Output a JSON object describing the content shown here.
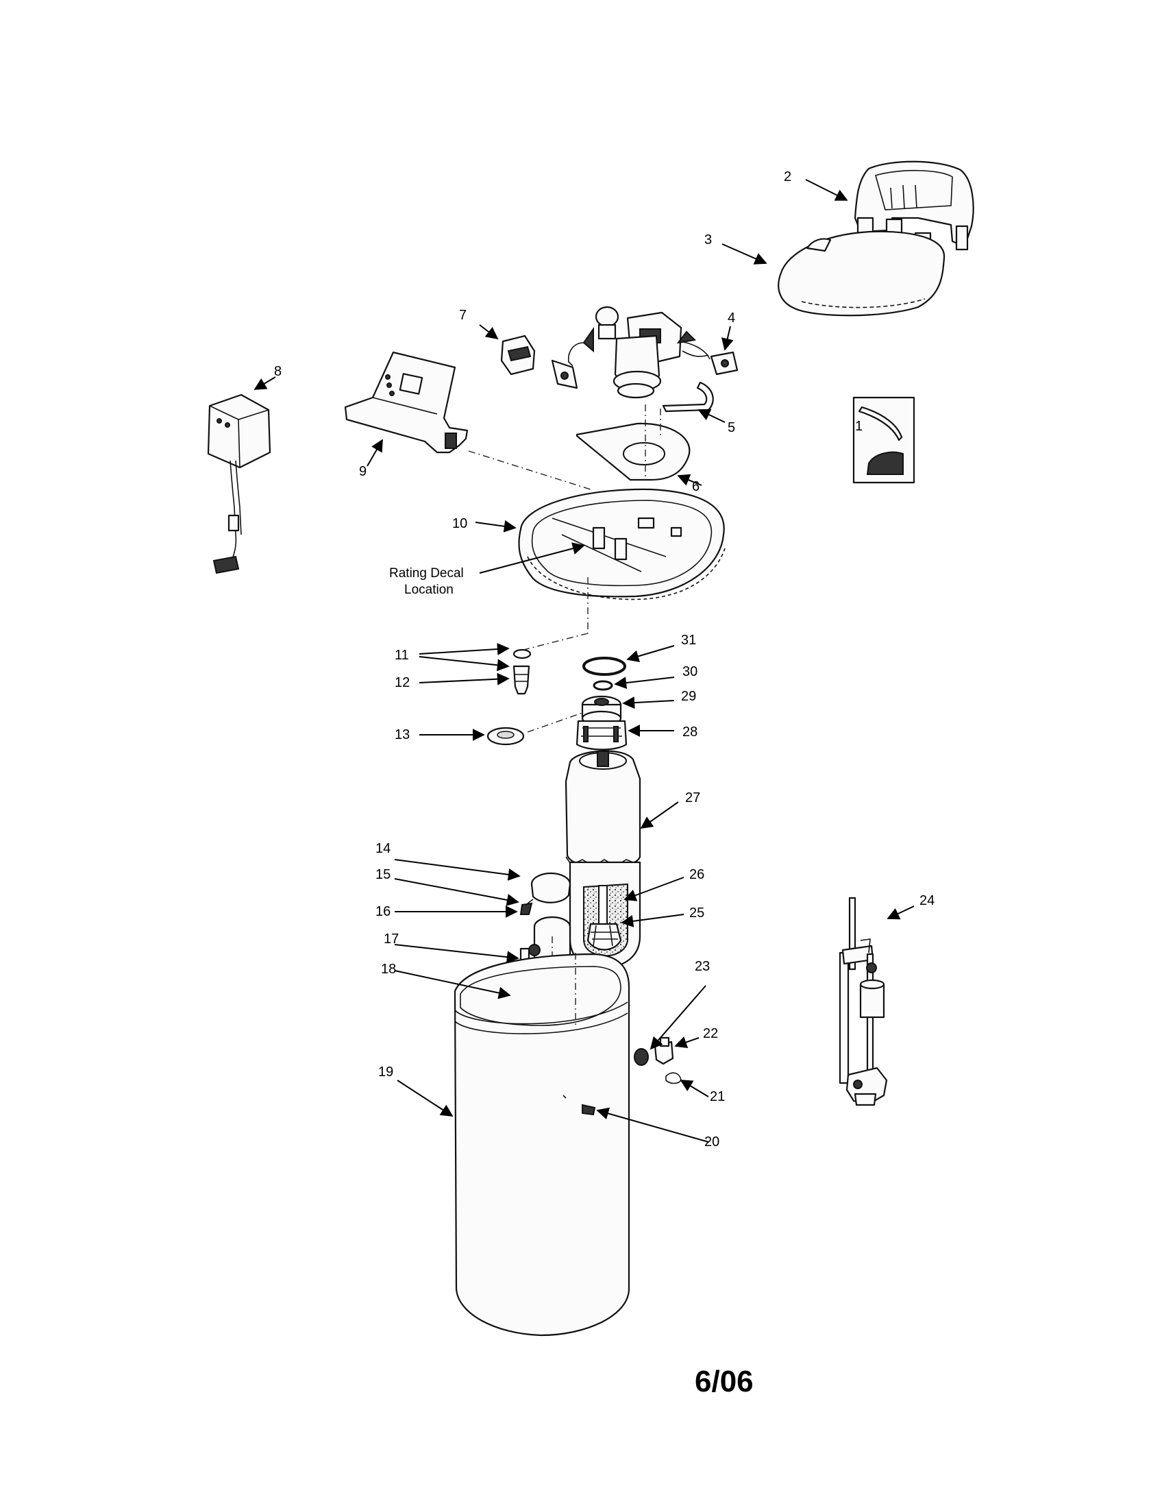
{
  "callouts": [
    "1",
    "2",
    "3",
    "4",
    "5",
    "6",
    "7",
    "8",
    "9",
    "10",
    "11",
    "12",
    "13",
    "14",
    "15",
    "16",
    "17",
    "18",
    "19",
    "20",
    "21",
    "22",
    "23",
    "24",
    "25",
    "26",
    "27",
    "28",
    "29",
    "30",
    "31"
  ],
  "note_line1": "Rating Decal",
  "note_line2": "Location",
  "date_code": "6/06"
}
